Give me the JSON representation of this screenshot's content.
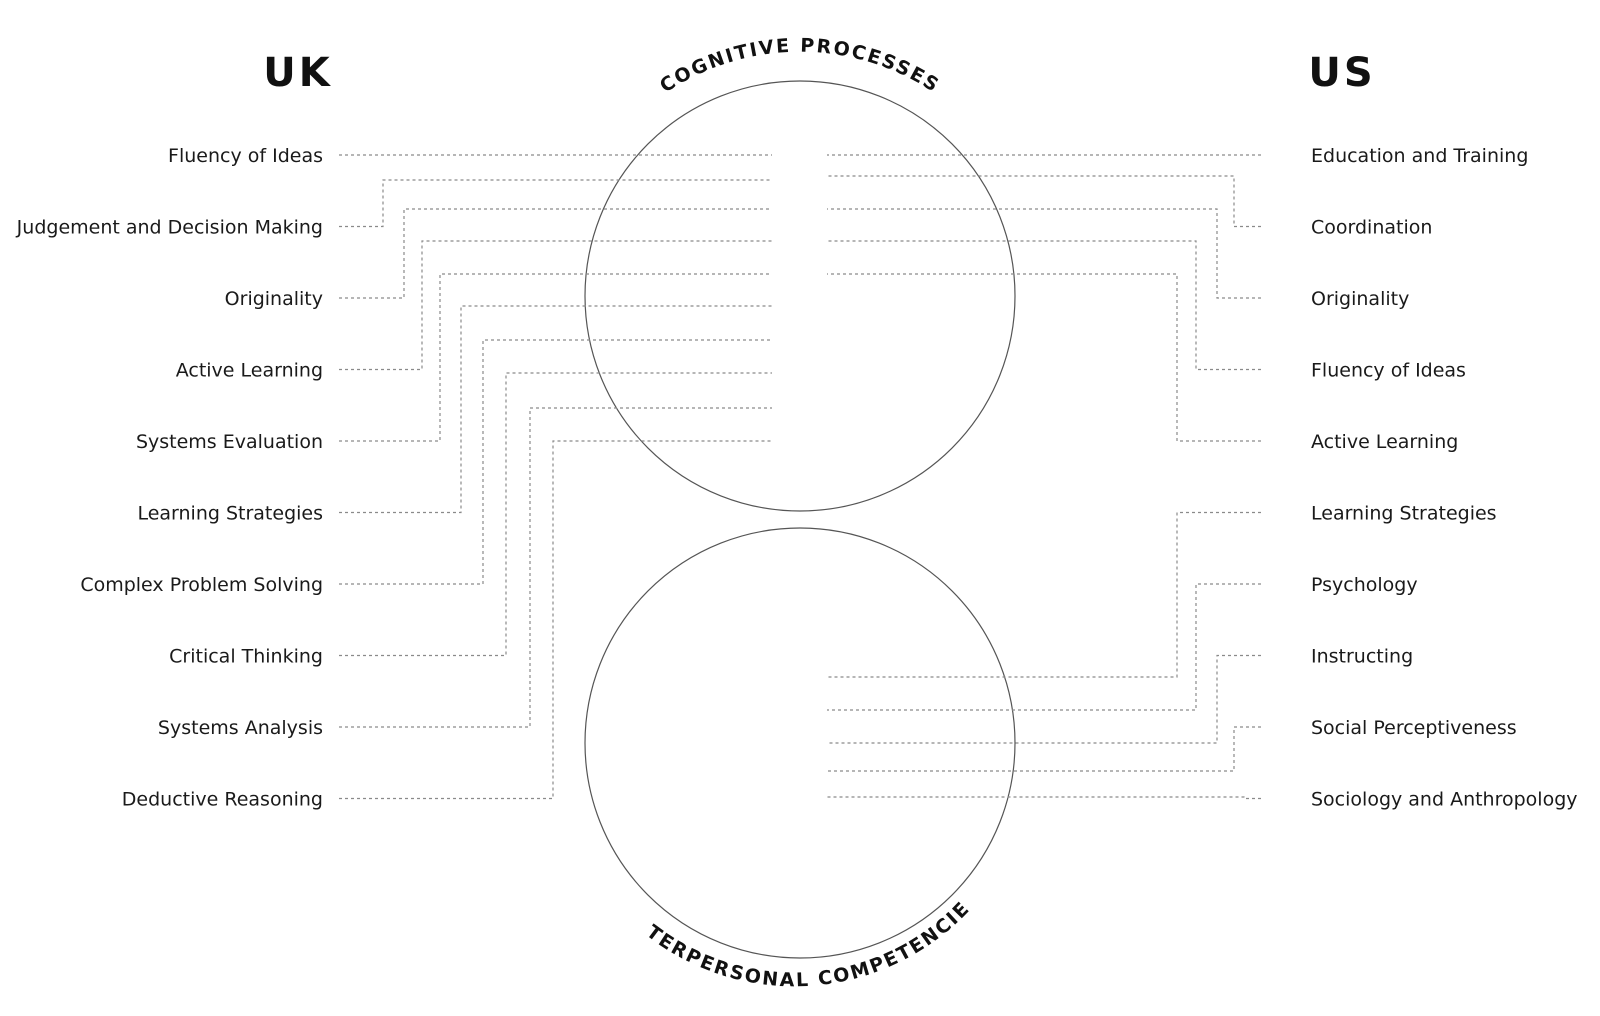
{
  "headings": {
    "left": "UK",
    "right": "US"
  },
  "groups": {
    "top": "COGNITIVE PROCESSES",
    "bottom": "INTERPERSONAL COMPETENCIES"
  },
  "uk_items": [
    {
      "label": "Fluency of Ideas",
      "group": "top"
    },
    {
      "label": "Judgement and Decision Making",
      "group": "top"
    },
    {
      "label": "Originality",
      "group": "top"
    },
    {
      "label": "Active Learning",
      "group": "top"
    },
    {
      "label": "Systems Evaluation",
      "group": "top"
    },
    {
      "label": "Learning Strategies",
      "group": "top"
    },
    {
      "label": "Complex Problem Solving",
      "group": "top"
    },
    {
      "label": "Critical Thinking",
      "group": "top"
    },
    {
      "label": "Systems Analysis",
      "group": "top"
    },
    {
      "label": "Deductive Reasoning",
      "group": "top"
    }
  ],
  "us_items": [
    {
      "label": "Education and Training",
      "group": "top"
    },
    {
      "label": "Coordination",
      "group": "top"
    },
    {
      "label": "Originality",
      "group": "top"
    },
    {
      "label": "Fluency of Ideas",
      "group": "top"
    },
    {
      "label": "Active Learning",
      "group": "top"
    },
    {
      "label": "Learning Strategies",
      "group": "bottom"
    },
    {
      "label": "Psychology",
      "group": "bottom"
    },
    {
      "label": "Instructing",
      "group": "bottom"
    },
    {
      "label": "Social Perceptiveness",
      "group": "bottom"
    },
    {
      "label": "Sociology and Anthropology",
      "group": "bottom"
    }
  ]
}
